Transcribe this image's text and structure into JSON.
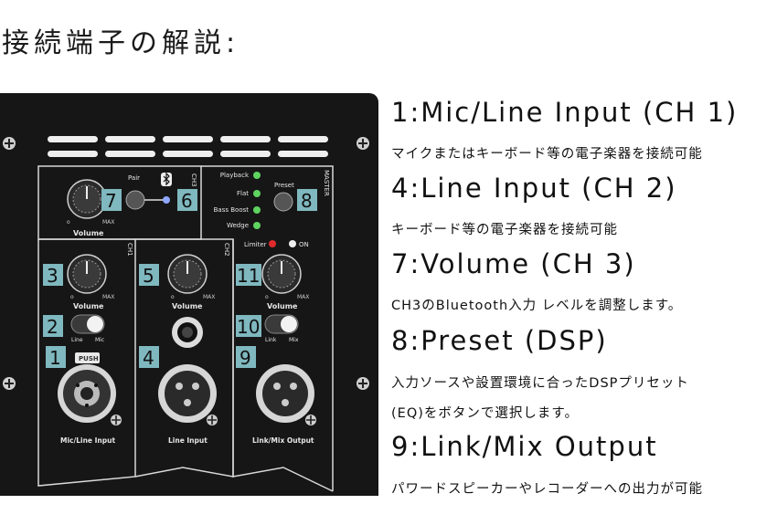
{
  "title": "接続端子の解説:",
  "panel": {
    "labels": {
      "volume": "Volume",
      "min": "o",
      "max": "MAX",
      "pair": "Pair",
      "ch3": "CH3",
      "ch1": "CH1",
      "ch2": "CH2",
      "master": "MASTER",
      "playback": "Playback",
      "flat": "Flat",
      "bass_boost": "Bass Boost",
      "wedge": "Wedge",
      "preset": "Preset",
      "limiter": "Limiter",
      "on": "ON",
      "line": "Line",
      "mic": "Mic",
      "link": "Link",
      "mix": "Mix",
      "push": "PUSH",
      "mic_line_input": "Mic/Line Input",
      "line_input": "Line Input",
      "link_mix_output": "Link/Mix Output"
    },
    "badges": {
      "b1": "1",
      "b2": "2",
      "b3": "3",
      "b4": "4",
      "b5": "5",
      "b6": "6",
      "b7": "7",
      "b8": "8",
      "b9": "9",
      "b10": "10",
      "b11": "11"
    }
  },
  "descriptions": [
    {
      "heading": "1:Mic/Line Input (CH 1)",
      "body": "マイクまたはキーボード等の電子楽器を接続可能"
    },
    {
      "heading": "4:Line Input (CH 2)",
      "body": "キーボード等の電子楽器を接続可能"
    },
    {
      "heading": "7:Volume (CH 3)",
      "body": "CH3のBluetooth入力 レベルを調整します。"
    },
    {
      "heading": "8:Preset (DSP)",
      "body": "入力ソースや設置環境に合ったDSPプリセット",
      "body2": "(EQ)をボタンで選択します。"
    },
    {
      "heading": "9:Link/Mix Output",
      "body": "パワードスピーカーやレコーダーへの出力が可能"
    }
  ],
  "colors": {
    "panel": "#161616",
    "badge": "#7fb8bf",
    "led_green": "#5fd35f",
    "led_red": "#e02a2a",
    "line": "#d8d8d8"
  }
}
